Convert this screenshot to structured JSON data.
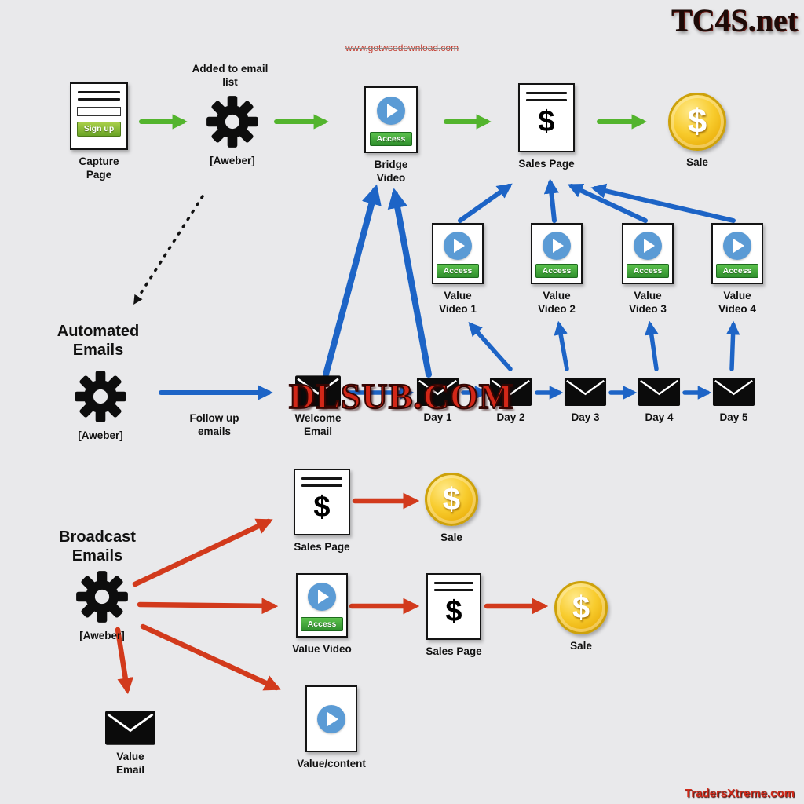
{
  "watermarks": {
    "top_right": "TC4S.net",
    "top_center": "www.getwsodownload.com",
    "center": "DLSUB.COM",
    "bottom_right": "TradersXtreme.com"
  },
  "glyphs": {
    "dollar": "$"
  },
  "colors": {
    "background": "#e9e9eb",
    "green_arrow": "#53b42d",
    "blue_arrow": "#1d64c6",
    "red_arrow": "#d23a1c",
    "access_green": "#2f8f2c",
    "play_blue": "#5b9bd5",
    "coin_gold": "#f6c31c"
  },
  "top_row": {
    "capture_page": {
      "label": "Capture Page",
      "button": "Sign up"
    },
    "aweber": {
      "note": "Added to email list",
      "label": "[Aweber]"
    },
    "bridge_video": {
      "label": "Bridge Video",
      "button": "Access"
    },
    "sales_page": {
      "label": "Sales Page"
    },
    "sale": {
      "label": "Sale"
    }
  },
  "automated": {
    "heading": "Automated Emails",
    "aweber_label": "[Aweber]",
    "follow_up": "Follow up emails",
    "emails": [
      {
        "label": "Welcome Email"
      },
      {
        "label": "Day 1"
      },
      {
        "label": "Day 2"
      },
      {
        "label": "Day 3"
      },
      {
        "label": "Day 4"
      },
      {
        "label": "Day 5"
      }
    ],
    "videos": [
      {
        "label": "Value Video 1",
        "button": "Access"
      },
      {
        "label": "Value Video 2",
        "button": "Access"
      },
      {
        "label": "Value Video 3",
        "button": "Access"
      },
      {
        "label": "Value Video 4",
        "button": "Access"
      }
    ]
  },
  "broadcast": {
    "heading": "Broadcast Emails",
    "aweber_label": "[Aweber]",
    "sales_page_1": "Sales Page",
    "sale_1": "Sale",
    "value_video": {
      "label": "Value Video",
      "button": "Access"
    },
    "sales_page_2": "Sales Page",
    "sale_2": "Sale",
    "value_email": "Value Email",
    "value_content": "Value/content"
  }
}
